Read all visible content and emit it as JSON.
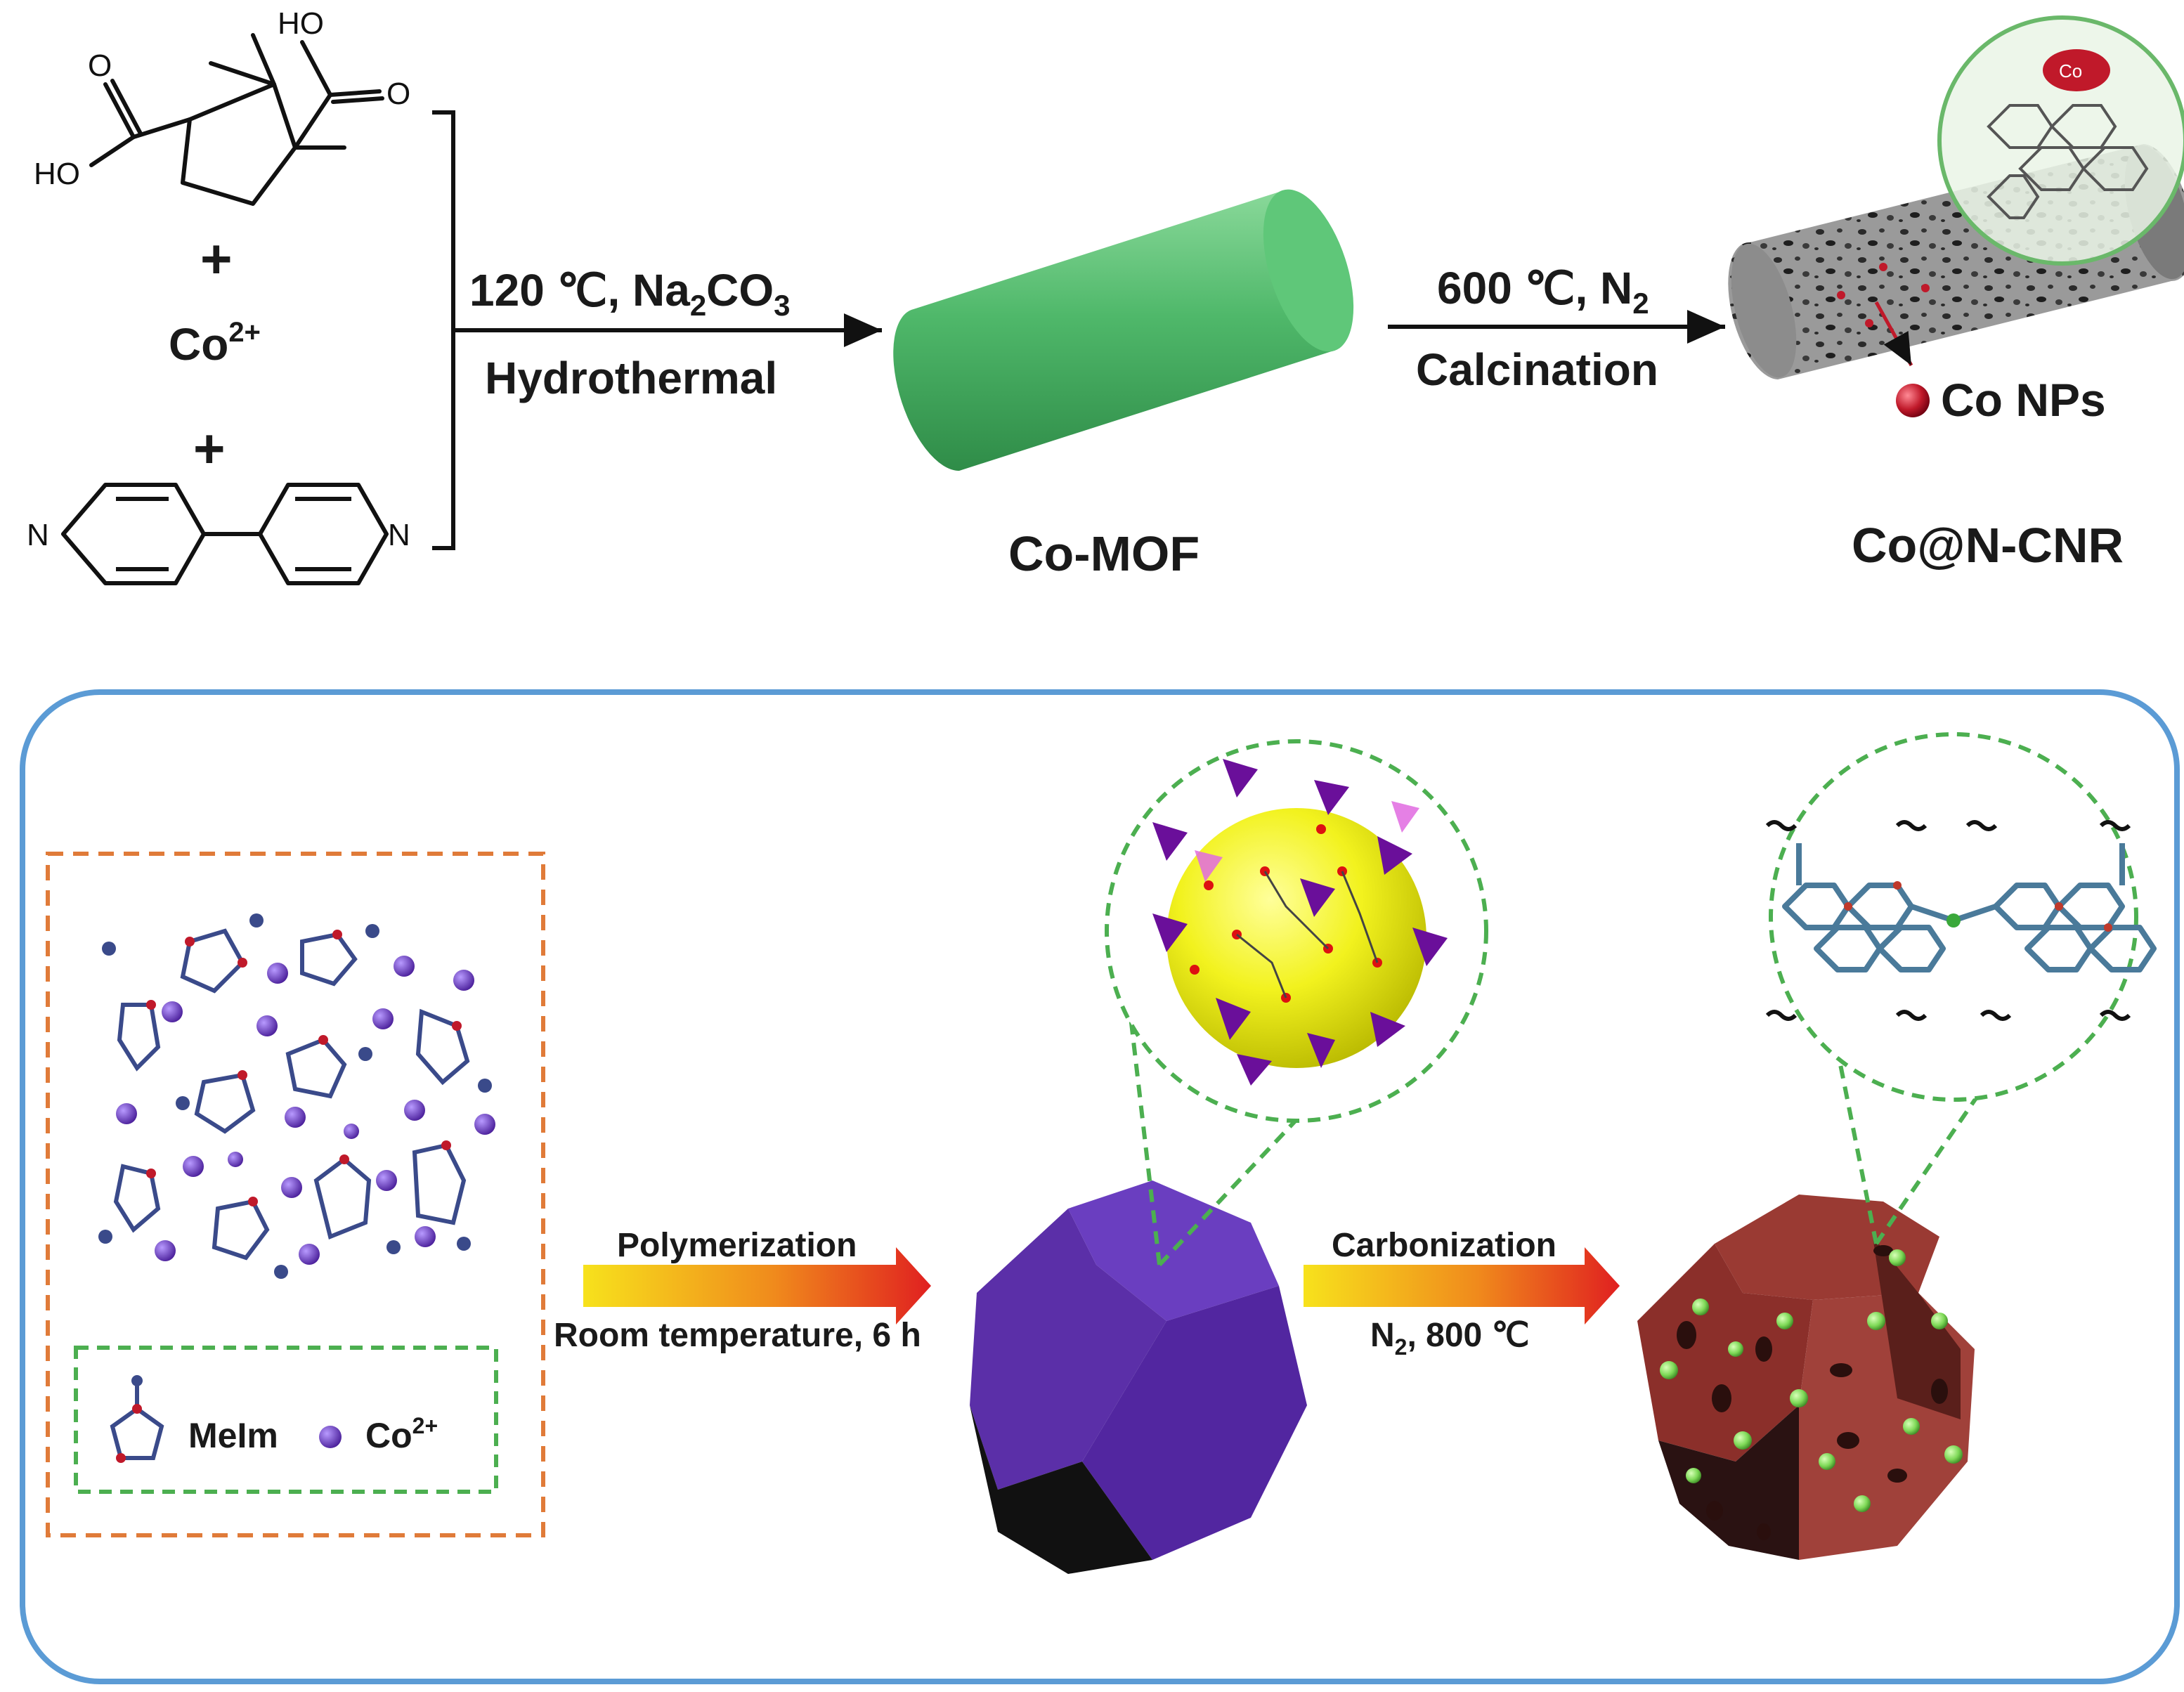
{
  "top_scheme": {
    "reactant_plus_1": "+",
    "reactant_ion": "Co",
    "reactant_ion_charge": "2+",
    "reactant_plus_2": "+",
    "atom_ho": "HO",
    "atom_o": "O",
    "atom_n": "N",
    "step1_condition_line1_prefix": "120 ℃, Na",
    "step1_sub_2": "2",
    "step1_co": "CO",
    "step1_sub_3": "3",
    "step1_condition_line2": "Hydrothermal",
    "intermediate_label": "Co-MOF",
    "step2_condition_line1_prefix": "600 ℃, N",
    "step2_sub_2": "2",
    "step2_condition_line2": "Calcination",
    "nanoparticle_label": "Co NPs",
    "product_label": "Co@N-CNR",
    "inset_co": "Co"
  },
  "bottom_scheme": {
    "legend_ligand": "MeIm",
    "legend_ion": "Co",
    "legend_ion_charge": "2+",
    "step1_condition_top": "Polymerization",
    "step1_condition_bottom": "Room temperature, 6 h",
    "step2_condition_top": "Carbonization",
    "step2_n": "N",
    "step2_sub": "2",
    "step2_temp": ", 800 ℃"
  },
  "colors": {
    "frame_blue": "#5b9bd5",
    "dashed_orange": "#e07b39",
    "dashed_green": "#4caf50",
    "mof_rod_green": "#4fb86a",
    "polyhedron_purple": "#5b2fa8",
    "carbon_red": "#8b2f2a",
    "sphere_yellow": "#f2f21e",
    "arrow_red": "#e02020",
    "arrow_yellow": "#f7e21c",
    "co_np_red": "#c0192a",
    "np_green": "#7ed957"
  }
}
